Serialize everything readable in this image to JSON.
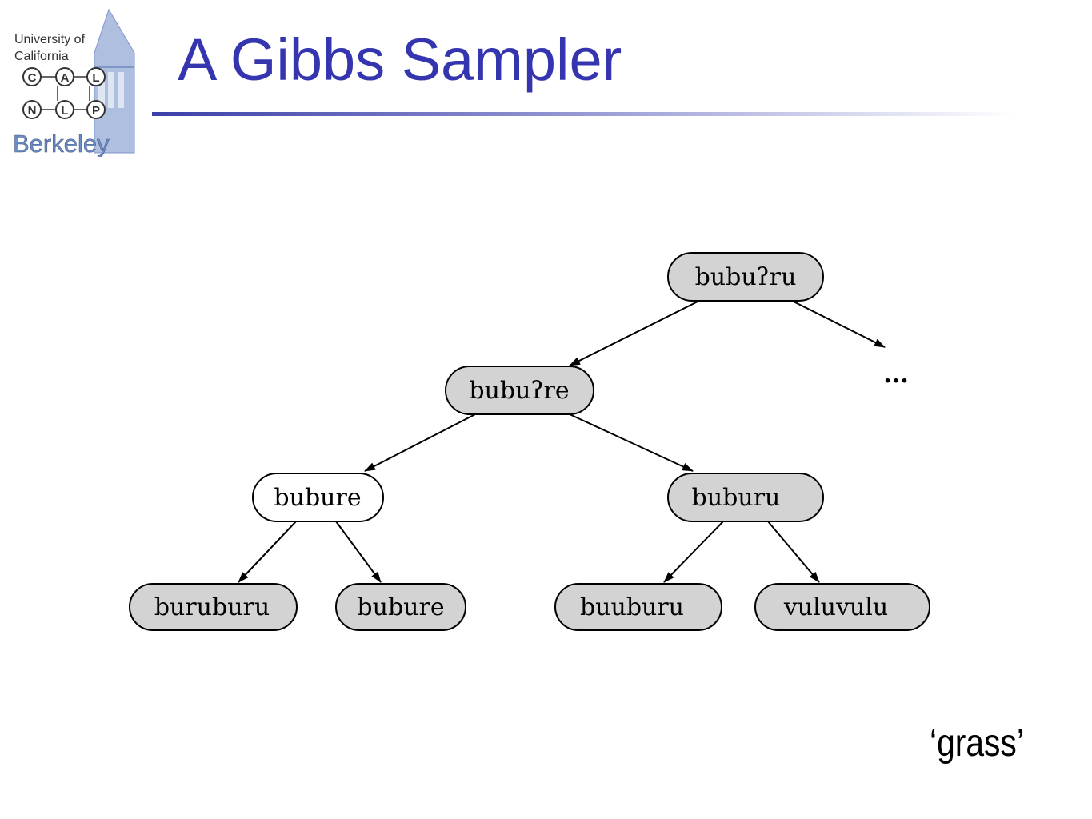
{
  "slide": {
    "title": "A Gibbs Sampler",
    "gloss": "‘grass’"
  },
  "logo": {
    "line1": "University of",
    "line2": "California",
    "letters": [
      "C",
      "A",
      "L",
      "N",
      "L",
      "P"
    ],
    "wordmark": "Berkeley"
  },
  "tree": {
    "root": "bubuʔru",
    "ellipsis": "...",
    "level1": "bubuʔre",
    "level2_left": "bubure",
    "level2_right": "buburu",
    "leaves": [
      "buruburu",
      "bubure",
      "buuburu",
      "vuluvulu"
    ]
  },
  "colors": {
    "title": "#3535b0",
    "node_fill": "#d3d3d3",
    "node_fill_highlight": "#ffffff",
    "node_stroke": "#000000",
    "logo_blue": "#6b8cc4"
  }
}
